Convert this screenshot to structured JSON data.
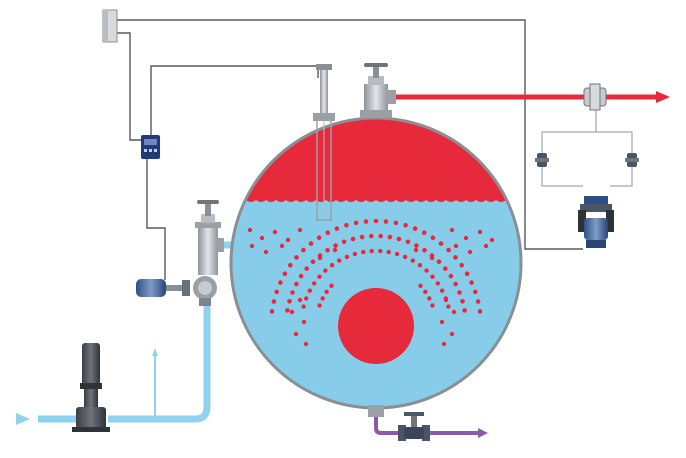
{
  "diagram": {
    "components": {
      "vessel": "boiler-drum",
      "feed_pump": "vertical-multistage-pump",
      "feed_control_valve": "actuated-control-valve",
      "steam_valve": "angle-globe-valve",
      "level_gauge": "level-probe",
      "level_transmitter": "level-transmitter",
      "controller": "controller-box",
      "bypass": "bypass-station",
      "blowdown": "blowdown-valve"
    },
    "colors": {
      "steam": "#e62a3c",
      "water": "#87cde9",
      "water_pipe": "#8fd2ef",
      "shell": "#8a8f94",
      "blowdown": "#8c5aa6",
      "signal_line": "#555a5f",
      "bypass_line": "#b4b8bc",
      "valve_body": "#c7cbd0",
      "valve_dark": "#4a5568",
      "transmitter": "#223a7a"
    }
  }
}
